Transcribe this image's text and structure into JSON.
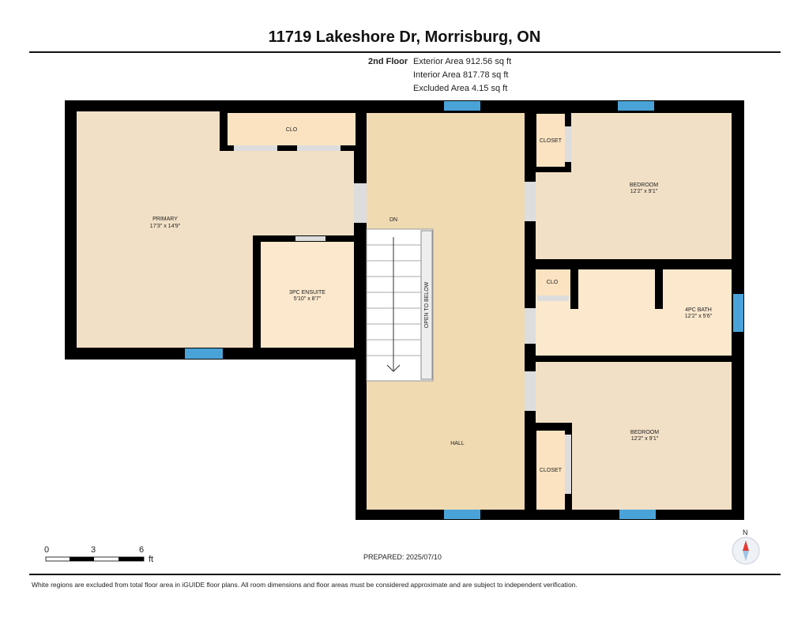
{
  "title": "11719 Lakeshore Dr, Morrisburg, ON",
  "floor": {
    "name": "2nd Floor",
    "exterior_area": "Exterior Area 912.56 sq ft",
    "interior_area": "Interior Area 817.78 sq ft",
    "excluded_area": "Excluded Area 4.15 sq ft"
  },
  "rooms": {
    "primary": {
      "name": "PRIMARY",
      "dims": "17'3\" x 14'9\""
    },
    "clo_primary": {
      "name": "CLO"
    },
    "ensuite": {
      "name": "3PC ENSUITE",
      "dims": "5'10\" x 8'7\""
    },
    "hall": {
      "name": "HALL"
    },
    "dn": "DN",
    "open_below": "OPEN TO BELOW",
    "closet_top": {
      "name": "CLOSET"
    },
    "bedroom_top": {
      "name": "BEDROOM",
      "dims": "12'2\" x 9'1\""
    },
    "clo_bath": {
      "name": "CLO"
    },
    "bath": {
      "name": "4PC BATH",
      "dims": "12'2\" x 5'6\""
    },
    "bedroom_bottom": {
      "name": "BEDROOM",
      "dims": "12'2\" x 9'1\""
    },
    "closet_bottom": {
      "name": "CLOSET"
    }
  },
  "scale": {
    "ticks": [
      "0",
      "3",
      "6"
    ],
    "unit": "ft"
  },
  "compass": "N",
  "prepared": "PREPARED: 2025/07/10",
  "footer": "White regions are excluded from total floor area in iGUIDE floor plans. All room dimensions and floor areas must be considered approximate and are subject to independent verification.",
  "colors": {
    "room": "#f2e0c6",
    "hall": "#f0dab2",
    "bath": "#fbe8cd",
    "wall": "#000000",
    "window": "#4aa3d8"
  }
}
